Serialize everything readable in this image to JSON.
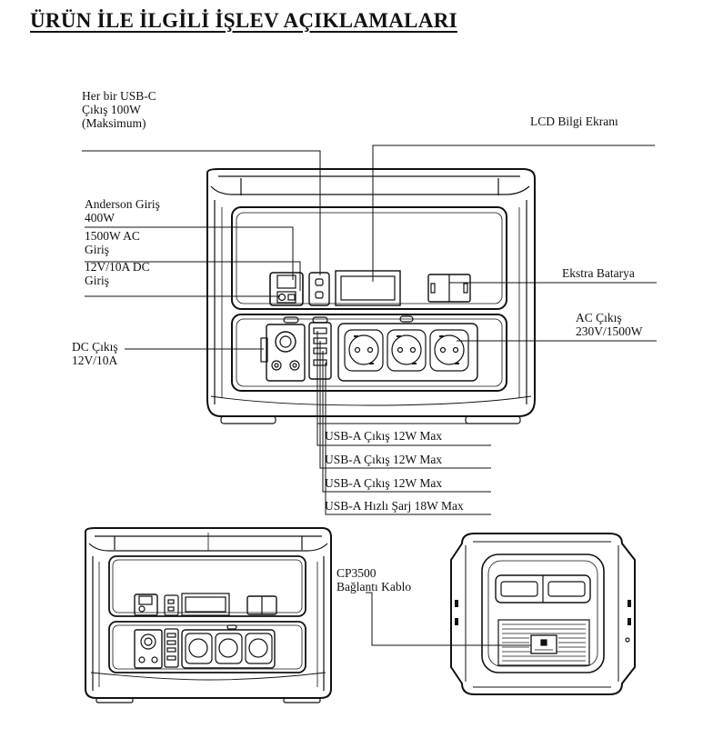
{
  "title": "ÜRÜN İLE İLGİLİ İŞLEV AÇIKLAMALARI",
  "labels": {
    "usbc": "Her bir USB-C\nÇıkış 100W\n(Maksimum)",
    "lcd": "LCD Bilgi Ekranı",
    "anderson": "Anderson Giriş\n400W",
    "ac_in": "1500W AC\nGiriş",
    "dc_in": "12V/10A DC\nGiriş",
    "extra_battery": "Ekstra Batarya",
    "ac_out": "AC Çıkış\n230V/1500W",
    "dc_out": "DC Çıkış\n12V/10A",
    "usba_1": "USB-A  Çıkış  12W  Max",
    "usba_2": "USB-A  Çıkış  12W  Max",
    "usba_3": "USB-A Çıkış    12W Max",
    "usba_fast": "USB-A Hızlı Şarj  18W Max",
    "cp3500": "CP3500\nBağlantı Kablo"
  },
  "colors": {
    "line": "#111111",
    "fill": "#ffffff"
  }
}
